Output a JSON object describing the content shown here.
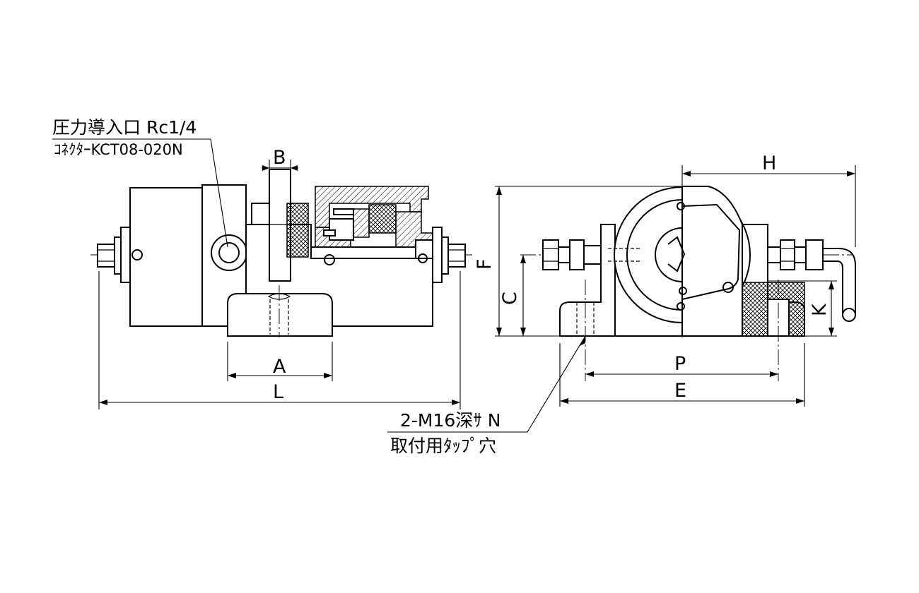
{
  "notes": {
    "pressure_inlet": "圧力導入口 Rc1/4",
    "connector": "ｺﾈｸﾀｰKCT08-020N",
    "tap_depth": "2-M16深ｻ N",
    "tap_purpose": "取付用ﾀｯﾌﾟ穴"
  },
  "dimensions": {
    "A": "A",
    "B": "B",
    "C": "C",
    "E": "E",
    "F": "F",
    "H": "H",
    "K": "K",
    "L": "L",
    "P": "P"
  }
}
